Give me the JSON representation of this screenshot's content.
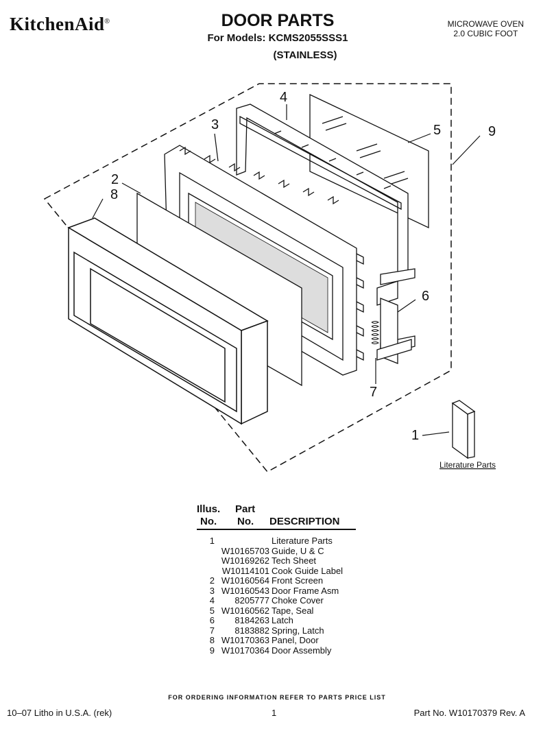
{
  "header": {
    "brand": "KitchenAid",
    "brand_mark": "®",
    "title": "DOOR PARTS",
    "models": "For Models: KCMS2055SSS1",
    "variant": "(STAINLESS)",
    "product_line1": "MICROWAVE OVEN",
    "product_line2": "2.0 CUBIC FOOT"
  },
  "diagram": {
    "callouts": [
      "1",
      "2",
      "3",
      "4",
      "5",
      "6",
      "7",
      "8",
      "9"
    ],
    "literature_label": "Literature Parts"
  },
  "table": {
    "headers": {
      "illus_top": "Illus.",
      "illus_bottom": "No.",
      "part_top": "Part",
      "part_bottom": "No.",
      "description": "DESCRIPTION"
    },
    "rows": [
      {
        "illus": "1",
        "part": "",
        "desc": "Literature Parts"
      },
      {
        "illus": "",
        "part": "W10165703",
        "desc": "Guide, U & C"
      },
      {
        "illus": "",
        "part": "W10169262",
        "desc": "Tech Sheet"
      },
      {
        "illus": "",
        "part": "W10114101",
        "desc": "Cook Guide Label"
      },
      {
        "illus": "2",
        "part": "W10160564",
        "desc": "Front Screen"
      },
      {
        "illus": "3",
        "part": "W10160543",
        "desc": "Door Frame Asm"
      },
      {
        "illus": "4",
        "part": "8205777",
        "desc": "Choke Cover"
      },
      {
        "illus": "5",
        "part": "W10160562",
        "desc": "Tape, Seal"
      },
      {
        "illus": "6",
        "part": "8184263",
        "desc": "Latch"
      },
      {
        "illus": "7",
        "part": "8183882",
        "desc": "Spring, Latch"
      },
      {
        "illus": "8",
        "part": "W10170363",
        "desc": "Panel, Door"
      },
      {
        "illus": "9",
        "part": "W10170364",
        "desc": "Door Assembly"
      }
    ]
  },
  "footer": {
    "ordering_note": "FOR ORDERING INFORMATION REFER TO PARTS PRICE LIST",
    "litho": "10–07 Litho in U.S.A. (rek)",
    "page": "1",
    "part_no": "Part No. W10170379 Rev. A"
  }
}
